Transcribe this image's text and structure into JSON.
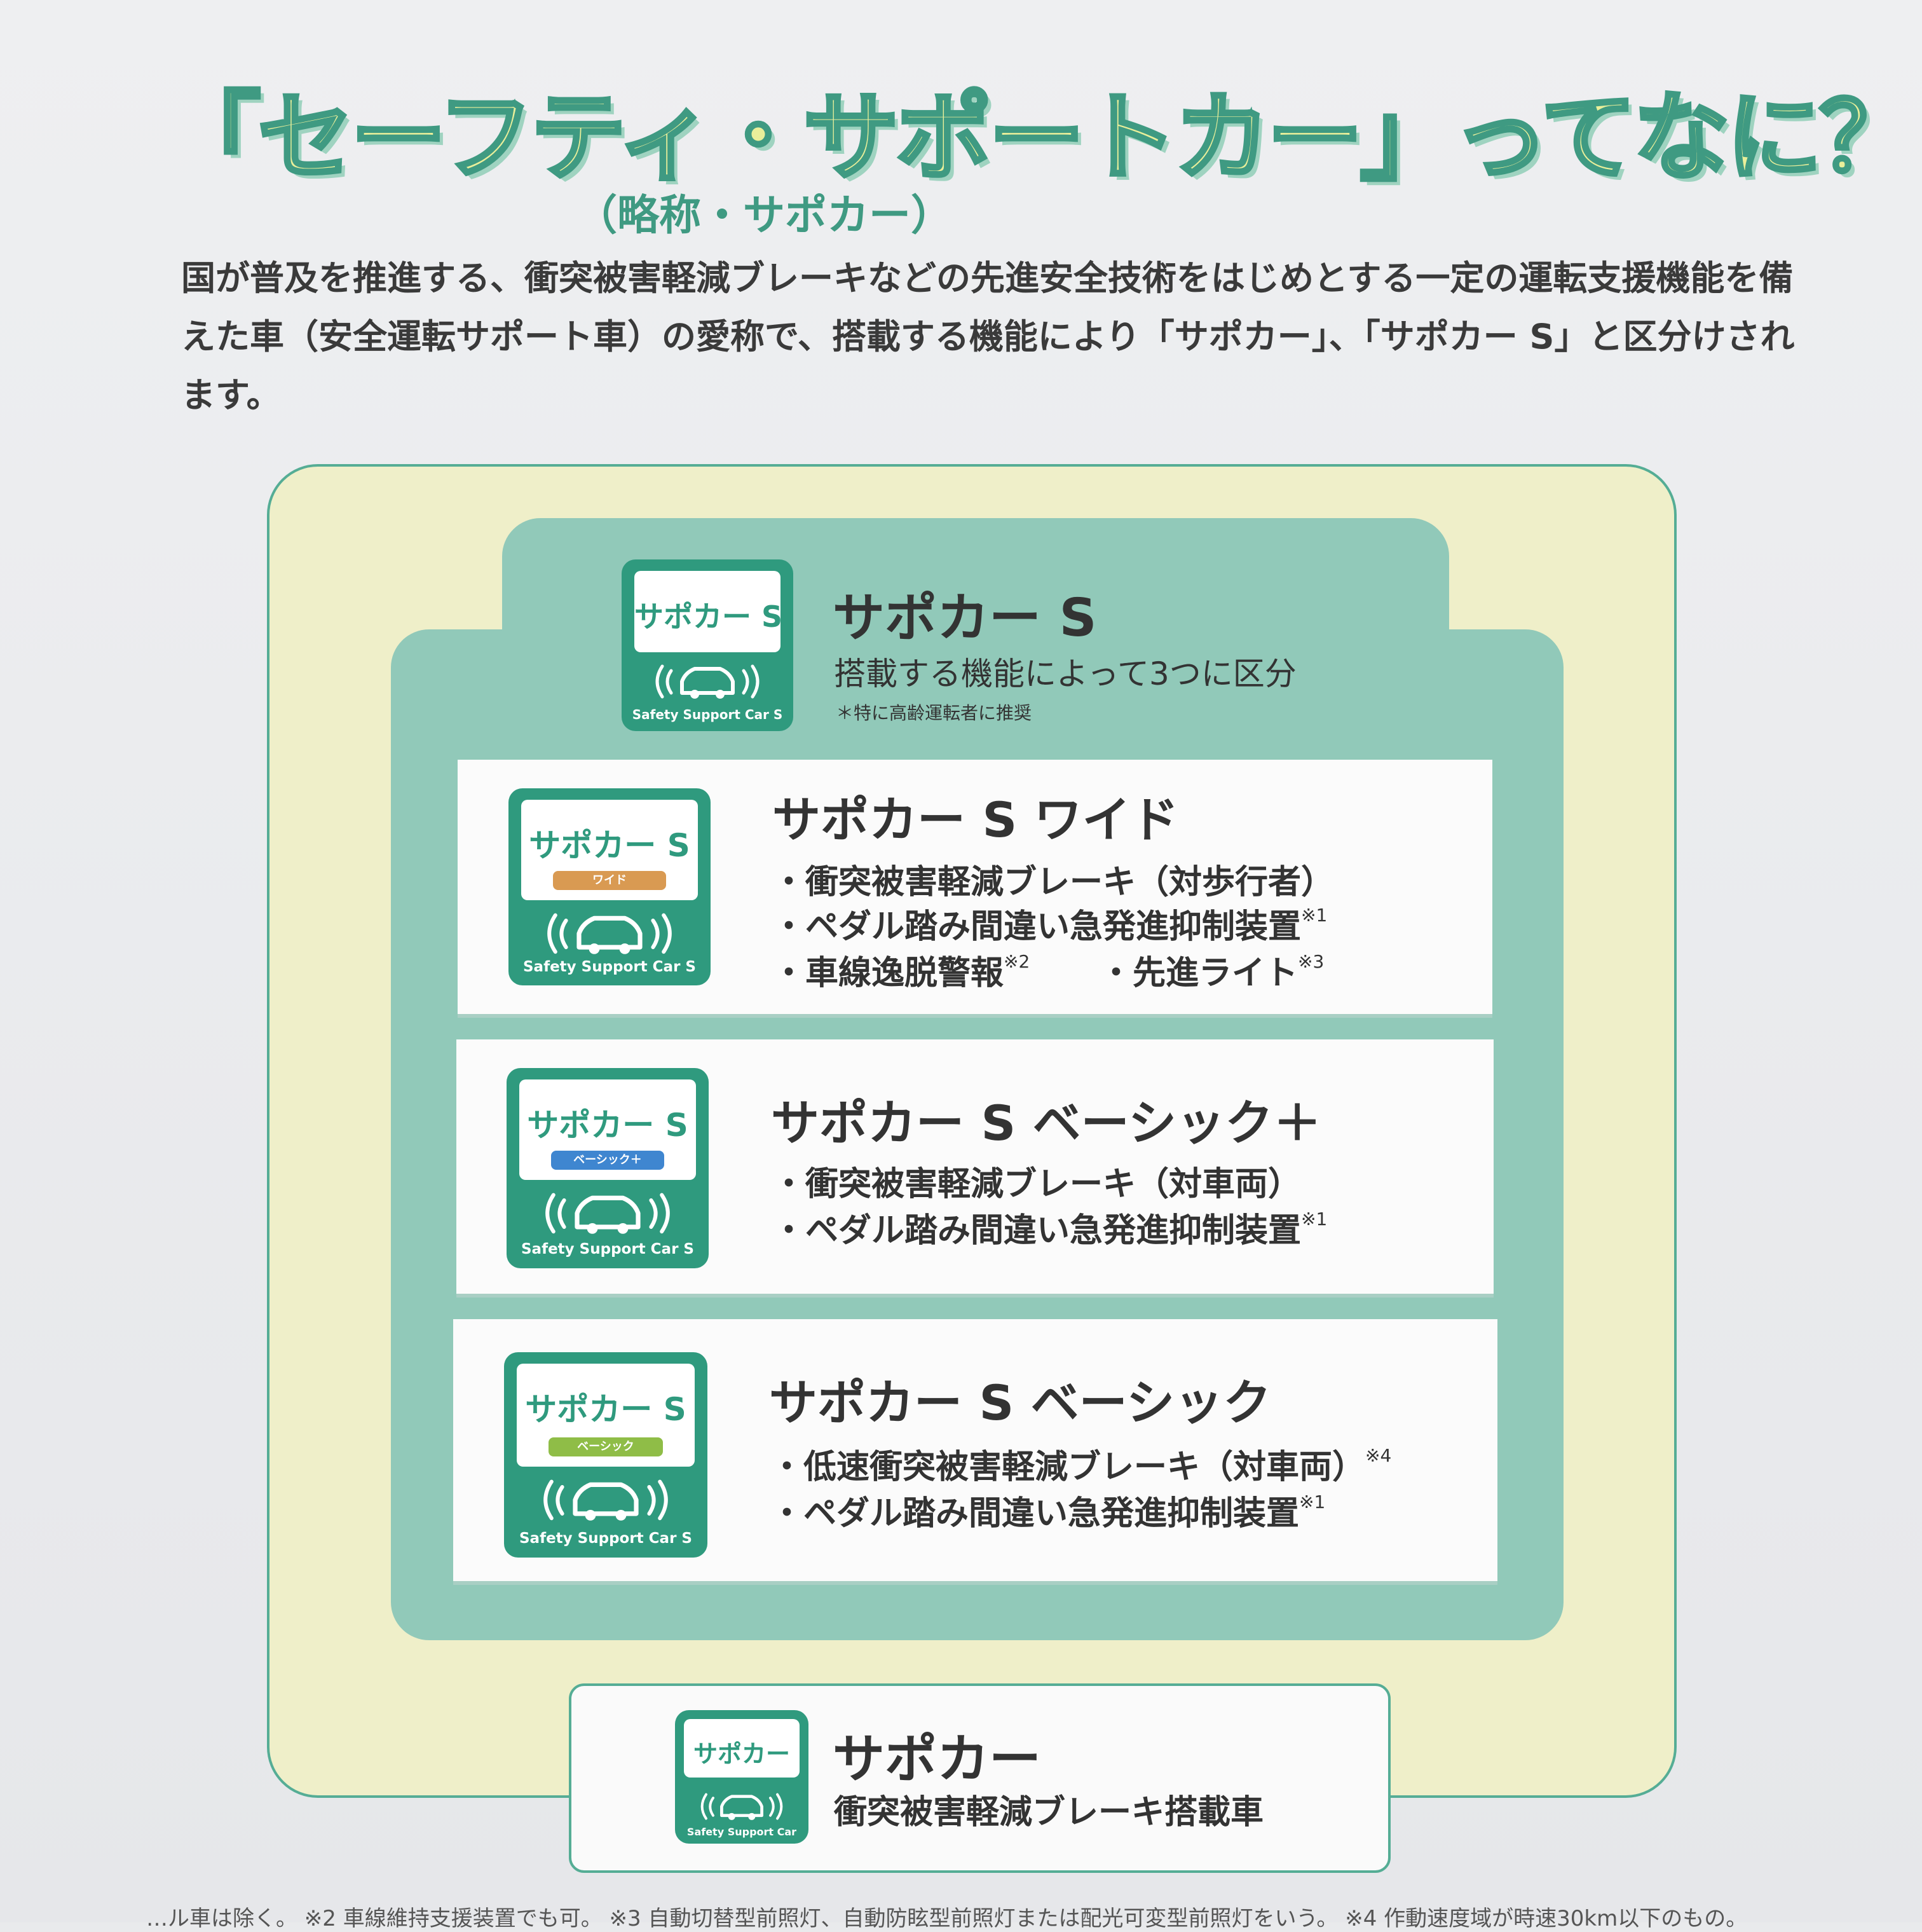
{
  "title": "「セーフティ・サポートカー」ってなに？",
  "subtitle": "（略称・サポカー）",
  "intro": "国が普及を推進する、衝突被害軽減ブレーキなどの先進安全技術をはじめとする一定の運転支援機能を備えた車（安全運転サポート車）の愛称で、搭載する機能により「サポカー」、「サポカー S」と区分けされます。",
  "sapocar_s": {
    "title": "サポカー S",
    "desc": "搭載する機能によって3つに区分",
    "note": "＊特に高齢運転者に推奨",
    "logo_text": "サポカー S",
    "logo_footer": "Safety Support Car S"
  },
  "tiers": [
    {
      "title": "サポカー S ワイド",
      "band": "ワイド",
      "band_color": "#d99a52",
      "logo_text": "サポカー S",
      "logo_footer": "Safety Support Car S",
      "lines": [
        {
          "text": "・衝突被害軽減ブレーキ（対歩行者）",
          "mark": ""
        },
        {
          "text": "・ペダル踏み間違い急発進抑制装置",
          "mark": "※1"
        },
        {
          "text": "・車線逸脱警報",
          "mark": "※2"
        }
      ],
      "extra": {
        "text": "・先進ライト",
        "mark": "※3"
      }
    },
    {
      "title": "サポカー S ベーシック＋",
      "band": "ベーシック＋",
      "band_color": "#3f86d0",
      "logo_text": "サポカー S",
      "logo_footer": "Safety Support Car S",
      "lines": [
        {
          "text": "・衝突被害軽減ブレーキ（対車両）",
          "mark": ""
        },
        {
          "text": "・ペダル踏み間違い急発進抑制装置",
          "mark": "※1"
        }
      ]
    },
    {
      "title": "サポカー S ベーシック",
      "band": "ベーシック",
      "band_color": "#8fbd47",
      "logo_text": "サポカー S",
      "logo_footer": "Safety Support Car S",
      "lines": [
        {
          "text": "・低速衝突被害軽減ブレーキ（対車両）",
          "mark": "※4"
        },
        {
          "text": "・ペダル踏み間違い急発進抑制装置",
          "mark": "※1"
        }
      ]
    }
  ],
  "sapocar": {
    "title": "サポカー",
    "desc": "衝突被害軽減ブレーキ搭載車",
    "logo_text": "サポカー",
    "logo_footer": "Safety Support Car"
  },
  "footnote": "…ル車は除く。 ※2 車線維持支援装置でも可。 ※3 自動切替型前照灯、自動防眩型前照灯または配光可変型前照灯をいう。 ※4 作動速度域が時速30km以下のもの。",
  "colors": {
    "brand_green": "#2f9a7e",
    "teal_panel": "#91c9b9",
    "cream": "#efefc9",
    "title_fill": "#e9ef9a"
  }
}
